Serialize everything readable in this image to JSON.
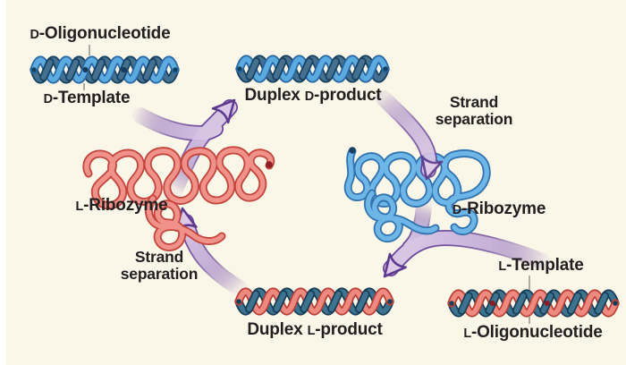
{
  "background_color": "#FAF6E8",
  "page_edge_color": "#FFFFFF",
  "text_color": "#231F20",
  "palette": {
    "d_strand_light_core": "#5CABE0",
    "d_strand_light_outline": "#2767A5",
    "d_strand_cap": "#163A5E",
    "d_strand_dark_core": "#45708F",
    "d_strand_dark_outline": "#16405F",
    "l_strand_red_core": "#ED897E",
    "l_strand_red_outline": "#B93D35",
    "l_strand_cap": "#8C1D26",
    "l_strand_steel_core": "#3E7390",
    "l_strand_steel_outline": "#153C55",
    "ribozyme_d_core": "#6FB6E8",
    "ribozyme_d_outline": "#3173AE",
    "ribozyme_d_end_dot": "#1B3E63",
    "ribozyme_l_core": "#F0928A",
    "ribozyme_l_outline": "#C4453C",
    "ribozyme_l_end_dot": "#8F1D28",
    "arrow_fill": "#D7C5E4",
    "arrow_outline": "#6B4598",
    "arrowhead_fill": "#DCC9E8",
    "arrowhead_outline": "#5E3A8E",
    "leader_line": "#9A9A93"
  },
  "labels": {
    "d_oligonucleotide": {
      "prefix": "D",
      "rest": "-Oligonucleotide"
    },
    "d_template": {
      "prefix": "D",
      "rest": "-Template"
    },
    "duplex_d_product": {
      "pre": "Duplex ",
      "prefix": "D",
      "rest": "-product"
    },
    "strand_separation_right": {
      "line1": "Strand",
      "line2": "separation"
    },
    "d_ribozyme": {
      "prefix": "D",
      "rest": "-Ribozyme"
    },
    "l_ribozyme": {
      "prefix": "L",
      "rest": "-Ribozyme"
    },
    "strand_separation_left": {
      "line1": "Strand",
      "line2": "separation"
    },
    "duplex_l_product": {
      "pre": "Duplex ",
      "prefix": "L",
      "rest": "-product"
    },
    "l_template": {
      "prefix": "L",
      "rest": "-Template"
    },
    "l_oligonucleotide": {
      "prefix": "L",
      "rest": "-Oligonucleotide"
    }
  }
}
